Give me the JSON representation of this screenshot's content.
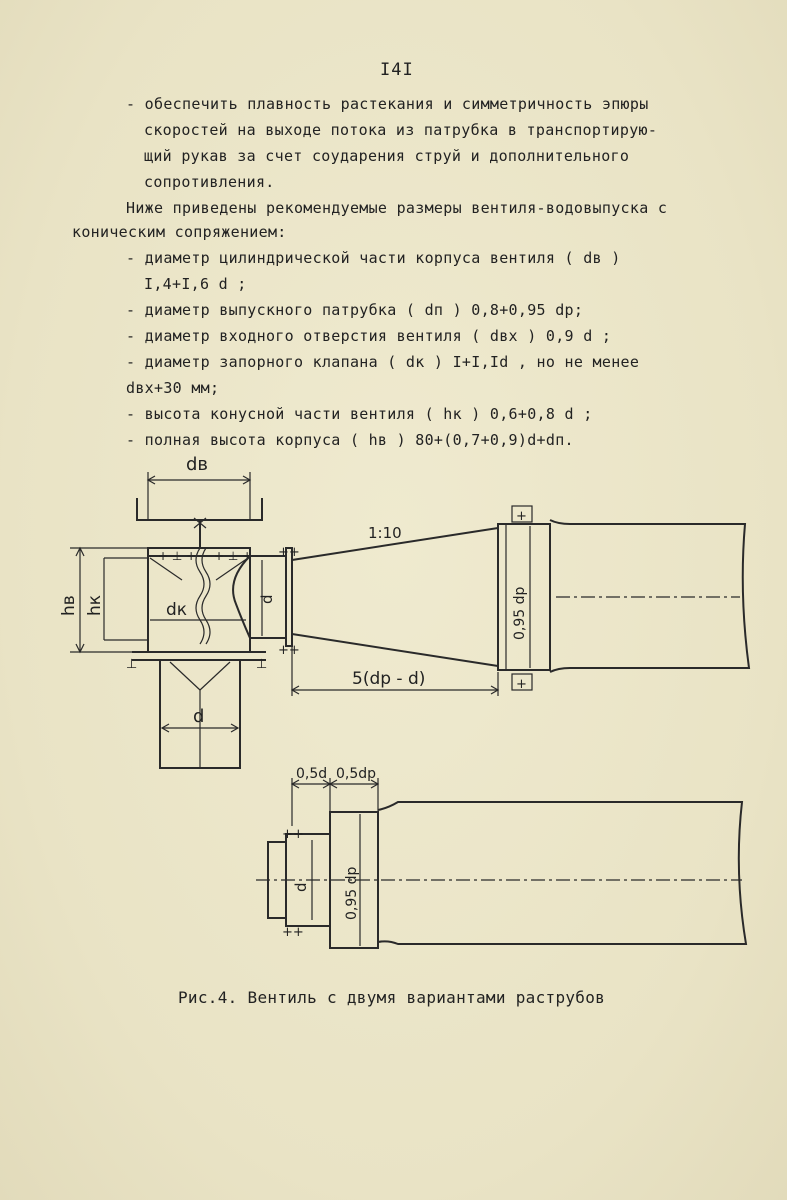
{
  "page_number": "I4I",
  "lines": [
    "- обеспечить плавность растекания и симметричность эпюры",
    "скоростей на выходе потока из патрубка в транспортирую-",
    "щий рукав за счет соударения струй и дополнительного",
    "сопротивления.",
    "Ниже приведены рекомендуемые размеры вентиля-водовыпуска с",
    "коническим сопряжением:",
    "- диаметр цилиндрической части корпуса вентиля ( dв )",
    "I,4+I,6 d ;",
    "- диаметр выпускного патрубка ( dп )   0,8+0,95 dр;",
    "- диаметр входного отверстия вентиля ( dвх ) 0,9 d ;",
    "- диаметр запорного клапана ( dк ) I+I,Id , но не менее",
    "dвх+30 мм;",
    "- высота конусной части вентиля ( hк ) 0,6+0,8 d ;",
    "- полная высота корпуса ( hв ) 80+(0,7+0,9)d+dп."
  ],
  "figure_labels": {
    "dv": "dв",
    "hv": "hв",
    "hk": "hк",
    "dk": "dк",
    "d_lower": "d",
    "d_nozzle": "d",
    "slope": "1:10",
    "cone_length": "5(dр - d)",
    "dp1": "0,95 dр",
    "half_d": "0,5d",
    "half_dp": "0,5dр",
    "d_second": "d",
    "dp2": "0,95 dр"
  },
  "caption": "Рис.4. Вентиль с двумя вариантами раструбов"
}
